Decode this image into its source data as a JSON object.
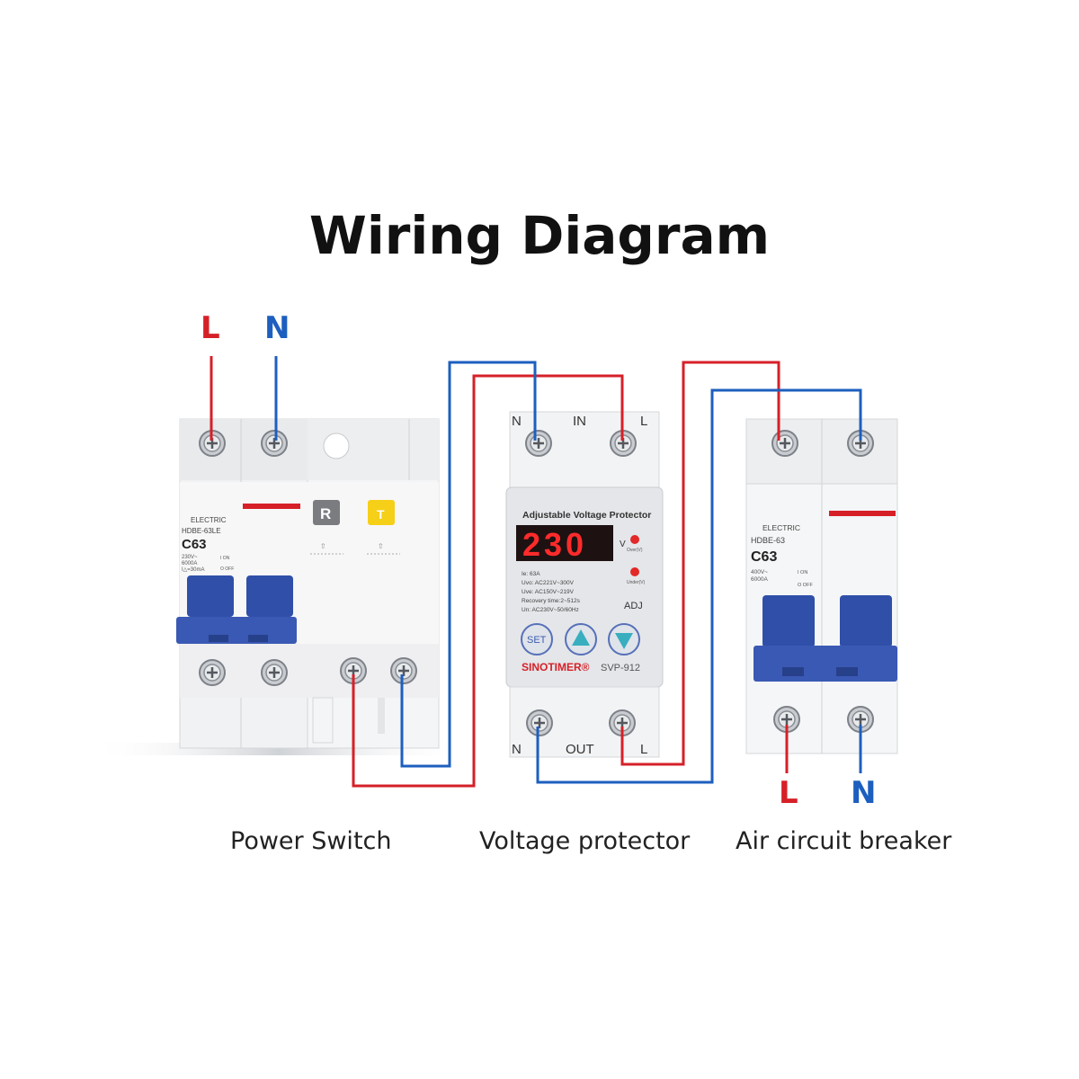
{
  "title": "Wiring Diagram",
  "labels": {
    "top_L": "L",
    "top_N": "N",
    "bottom_L": "L",
    "bottom_N": "N"
  },
  "captions": {
    "power_switch": "Power Switch",
    "voltage_protector": "Voltage protector",
    "air_breaker": "Air circuit breaker"
  },
  "power_switch": {
    "brand": "ELECTRIC",
    "model": "HDBE-63LE",
    "rating": "C63",
    "specs": [
      "230V~",
      "6000A",
      "I△=30mA"
    ],
    "on_label": "I ON",
    "off_label": "O OFF",
    "reset_button": "R",
    "test_button": "T"
  },
  "voltage_protector": {
    "header": "Adjustable Voltage Protector",
    "display": "230",
    "unit": "V",
    "over_label": "Over(V)",
    "under_label": "Under(V)",
    "specs": [
      "Ie:       63A",
      "Uvo:    AC221V~300V",
      "Uve:    AC150V~219V",
      "Recovery time:2~512s",
      "Un:  AC230V~50/60Hz"
    ],
    "adj_label": "ADJ",
    "set_button": "SET",
    "brand": "SINOTIMER®",
    "model": "SVP-912",
    "in_label": "IN",
    "out_label": "OUT",
    "in_N": "N",
    "in_L": "L",
    "out_N": "N",
    "out_L": "L"
  },
  "air_breaker": {
    "brand": "ELECTRIC",
    "model": "HDBE-63",
    "rating": "C63",
    "specs": [
      "400V~",
      "6000A"
    ],
    "on_label": "I ON",
    "off_label": "O OFF"
  },
  "colors": {
    "live": "#d62028",
    "neutral": "#1d5fbf",
    "handle": "#2f4fa8"
  }
}
